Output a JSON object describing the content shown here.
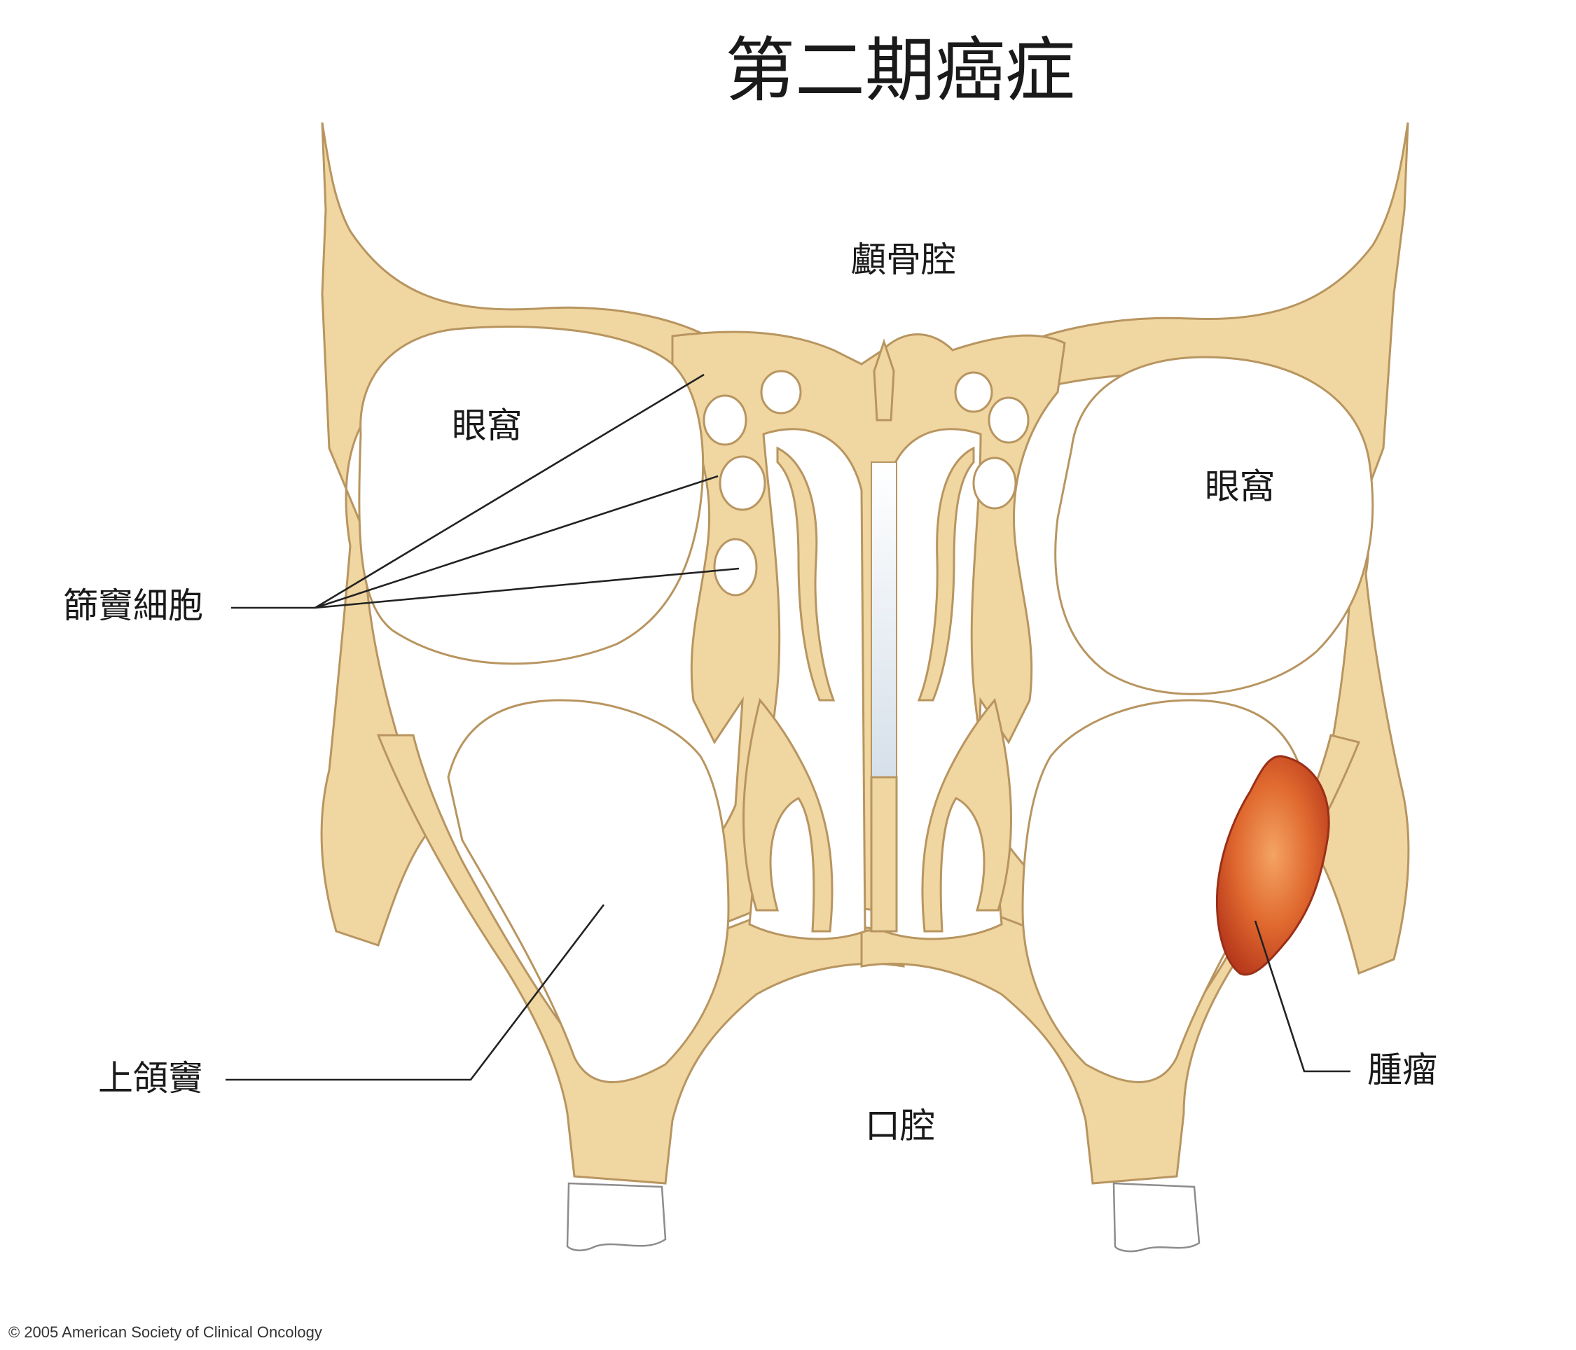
{
  "title": "第二期癌症",
  "labels": {
    "cranial_cavity": "顱骨腔",
    "orbit_left": "眼窩",
    "orbit_right": "眼窩",
    "ethmoid_cells": "篩竇細胞",
    "maxillary_sinus": "上頜竇",
    "oral_cavity": "口腔",
    "tumor": "腫瘤"
  },
  "copyright": "© 2005 American Society of Clinical Oncology",
  "colors": {
    "bone": "#f0d6a1",
    "marrow": "#b8322a",
    "tumor": "#d4542a",
    "background": "#ffffff"
  }
}
